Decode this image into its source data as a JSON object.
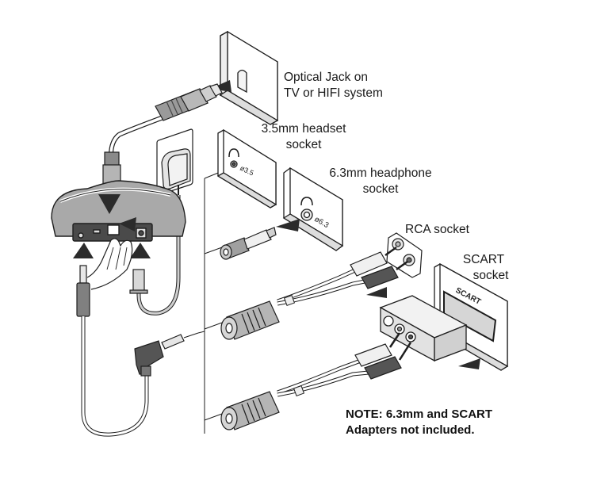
{
  "diagram": {
    "title": "Transmitter connection diagram",
    "labels": {
      "optical_jack": [
        "Optical Jack on",
        "TV or HIFI system"
      ],
      "headset_socket": [
        "3.5mm headset",
        "socket"
      ],
      "headphone_socket": [
        "6.3mm headphone",
        "socket"
      ],
      "rca_socket": [
        "RCA socket"
      ],
      "scart_socket": [
        "SCART",
        "socket"
      ]
    },
    "panel_markings": {
      "headset_size": "ø3.5",
      "headphone_size": "ø6.3",
      "scart_text": "SCART"
    },
    "note": {
      "line1": "NOTE: 6.3mm and SCART",
      "line2": "Adapters not included."
    },
    "icons": [
      "optical-plug-icon",
      "power-adapter-icon",
      "headphone-icon",
      "arrow-icon",
      "scart-adapter-icon",
      "rca-plug-icon",
      "jack-plug-icon",
      "hand-icon"
    ],
    "colors": {
      "line": "#1e1e1e",
      "device_gray": "#a9a9a9",
      "dark_plug": "#555555",
      "light_gray": "#d4d4d4",
      "arrow": "#2b2b2b"
    }
  }
}
